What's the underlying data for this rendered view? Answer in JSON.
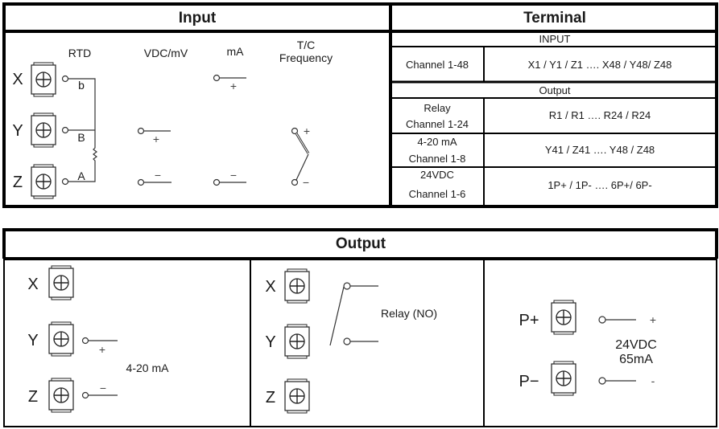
{
  "input_panel": {
    "title": "Input",
    "columns": [
      "RTD",
      "VDC/mV",
      "mA",
      "T/C",
      "Frequency"
    ],
    "terminals": [
      "X",
      "Y",
      "Z"
    ],
    "rtd_wire_labels": [
      "b",
      "B",
      "A"
    ],
    "signs": {
      "plus": "+",
      "minus": "−"
    }
  },
  "terminal_panel": {
    "title": "Terminal",
    "input_header": "INPUT",
    "input_rows": [
      {
        "channel": "Channel 1-48",
        "terminals": "X1 / Y1 / Z1 …. X48 / Y48/ Z48"
      }
    ],
    "output_header": "Output",
    "output_rows": [
      {
        "channel_line1": "Relay",
        "channel_line2": "Channel 1-24",
        "terminals": "R1 / R1 …. R24 / R24"
      },
      {
        "channel_line1": "4-20 mA",
        "channel_line2": "Channel 1-8",
        "terminals": "Y41 / Z41 …. Y48 / Z48"
      },
      {
        "channel_line1": "24VDC",
        "channel_line2": "Channel 1-6",
        "terminals": "1P+ / 1P- …. 6P+/ 6P-"
      }
    ]
  },
  "output_panel": {
    "title": "Output",
    "analog": {
      "terminals": [
        "X",
        "Y",
        "Z"
      ],
      "label": "4-20 mA",
      "plus": "+",
      "minus": "−"
    },
    "relay": {
      "terminals": [
        "X",
        "Y",
        "Z"
      ],
      "label": "Relay (NO)"
    },
    "power": {
      "terminals": [
        "P+",
        "P−"
      ],
      "label_line1": "24VDC",
      "label_line2": "65mA",
      "plus": "+",
      "minus": "-"
    }
  }
}
